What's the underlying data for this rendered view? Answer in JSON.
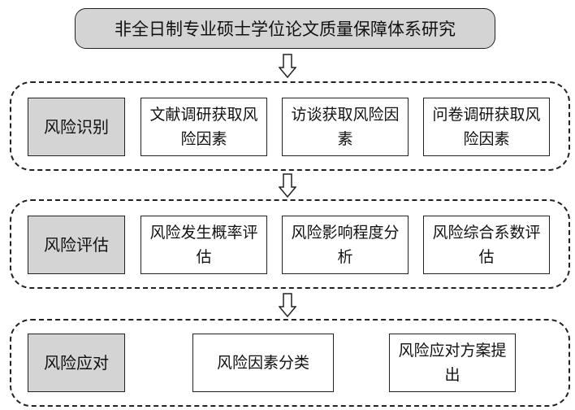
{
  "title": "非全日制专业硕士学位论文质量保障体系研究",
  "stages": [
    {
      "label": "风险识别",
      "items": [
        "文献调研获取风险因素",
        "访谈获取风险因素",
        "问卷调研获取风险因素"
      ]
    },
    {
      "label": "风险评估",
      "items": [
        "风险发生概率评估",
        "风险影响程度分析",
        "风险综合系数评估"
      ]
    },
    {
      "label": "风险应对",
      "items": [
        "风险因素分类",
        "风险应对方案提出"
      ]
    }
  ],
  "colors": {
    "label_fill": "#d4d4d4",
    "title_fill": "#d4d4d4",
    "border": "#222222",
    "item_fill": "#ffffff"
  },
  "icons": {
    "connector": "down-arrow-icon"
  }
}
